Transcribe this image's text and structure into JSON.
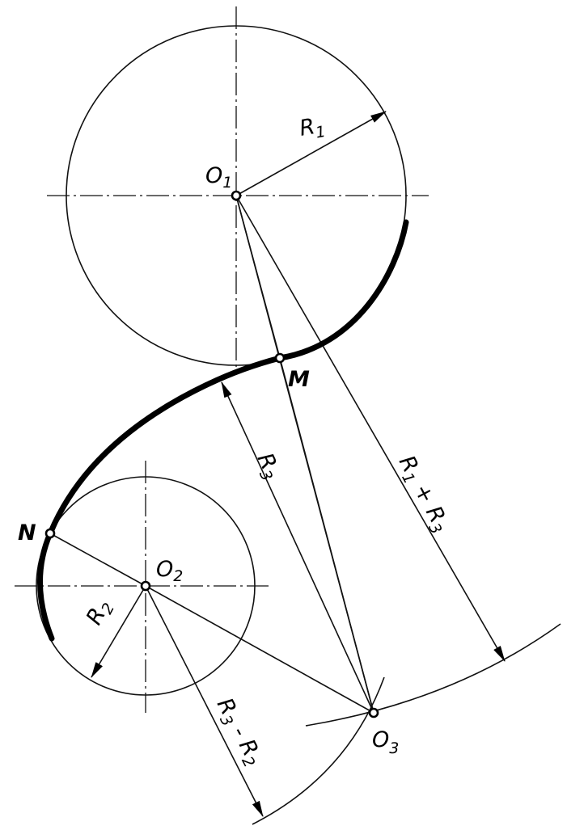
{
  "points": {
    "o1": {
      "main": "O",
      "sub": "1"
    },
    "o2": {
      "main": "O",
      "sub": "2"
    },
    "o3": {
      "main": "O",
      "sub": "3"
    },
    "m": "M",
    "n": "N"
  },
  "dimensions": {
    "r1": {
      "main": "R",
      "sub": "1"
    },
    "r2": {
      "main": "R",
      "sub": "2"
    },
    "r3": {
      "main": "R",
      "sub": "3"
    },
    "r1_plus_r3": {
      "a": "R",
      "a_sub": "1",
      "op": " + ",
      "b": "R",
      "b_sub": "3"
    },
    "r3_minus_r2": {
      "a": "R",
      "a_sub": "3",
      "op": " - ",
      "b": "R",
      "b_sub": "2"
    }
  }
}
